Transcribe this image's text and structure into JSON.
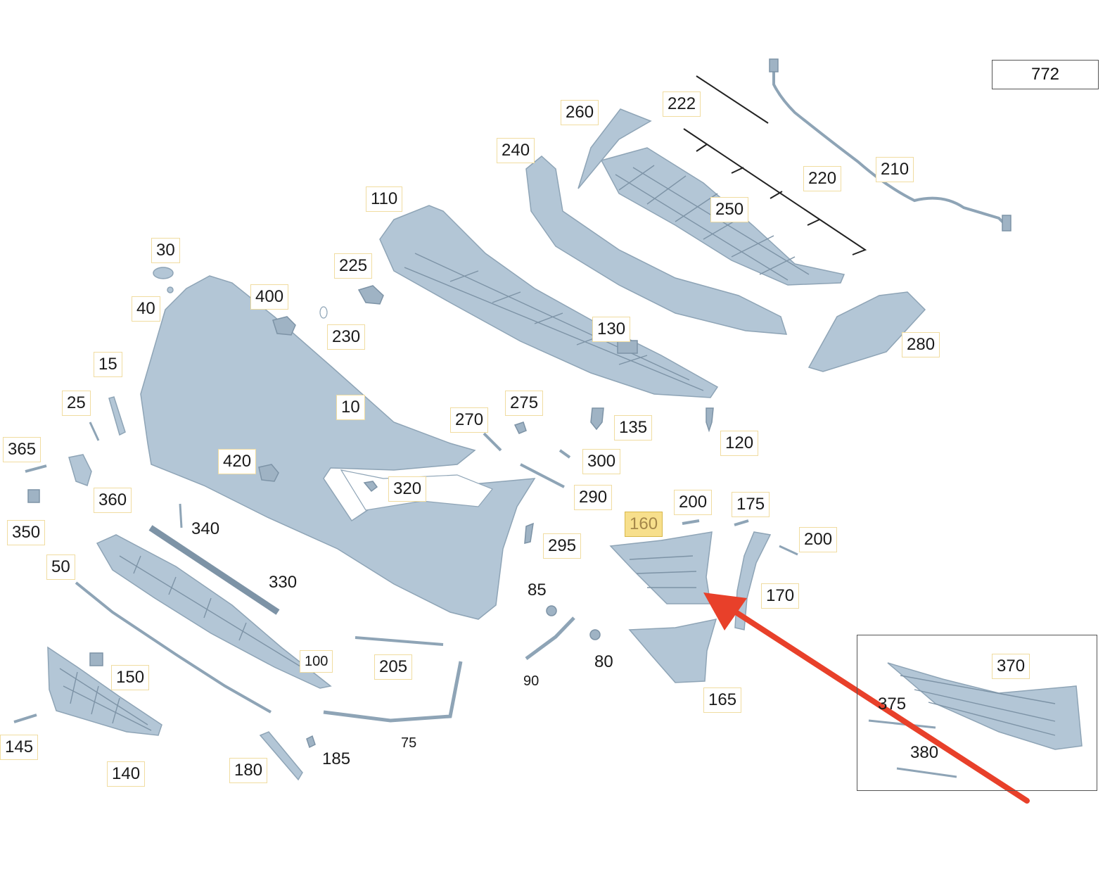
{
  "page_code": "772",
  "highlighted_part": "160",
  "labels": {
    "p772": "772",
    "p260": "260",
    "p222": "222",
    "p210": "210",
    "p240": "240",
    "p220": "220",
    "p250": "250",
    "p110": "110",
    "p30": "30",
    "p225": "225",
    "p40": "40",
    "p400": "400",
    "p230": "230",
    "p130": "130",
    "p280": "280",
    "p15": "15",
    "p10": "10",
    "p25": "25",
    "p270": "270",
    "p275a": "275",
    "p135": "135",
    "p120": "120",
    "p365": "365",
    "p420": "420",
    "p300": "300",
    "p320": "320",
    "p360": "360",
    "p290": "290",
    "p200a": "200",
    "p175": "175",
    "p160": "160",
    "p350": "350",
    "p340": "340",
    "p200b": "200",
    "p295": "295",
    "p50": "50",
    "p330": "330",
    "p85": "85",
    "p170": "170",
    "p100": "100",
    "p205": "205",
    "p80": "80",
    "p90": "90",
    "p150": "150",
    "p165": "165",
    "p370": "370",
    "p375": "375",
    "p145": "145",
    "p75": "75",
    "p185": "185",
    "p380": "380",
    "p180": "180",
    "p140": "140"
  },
  "colors": {
    "part_fill": "#b3c6d6",
    "highlight": "#f7df8c",
    "arrow": "#e8402a"
  }
}
